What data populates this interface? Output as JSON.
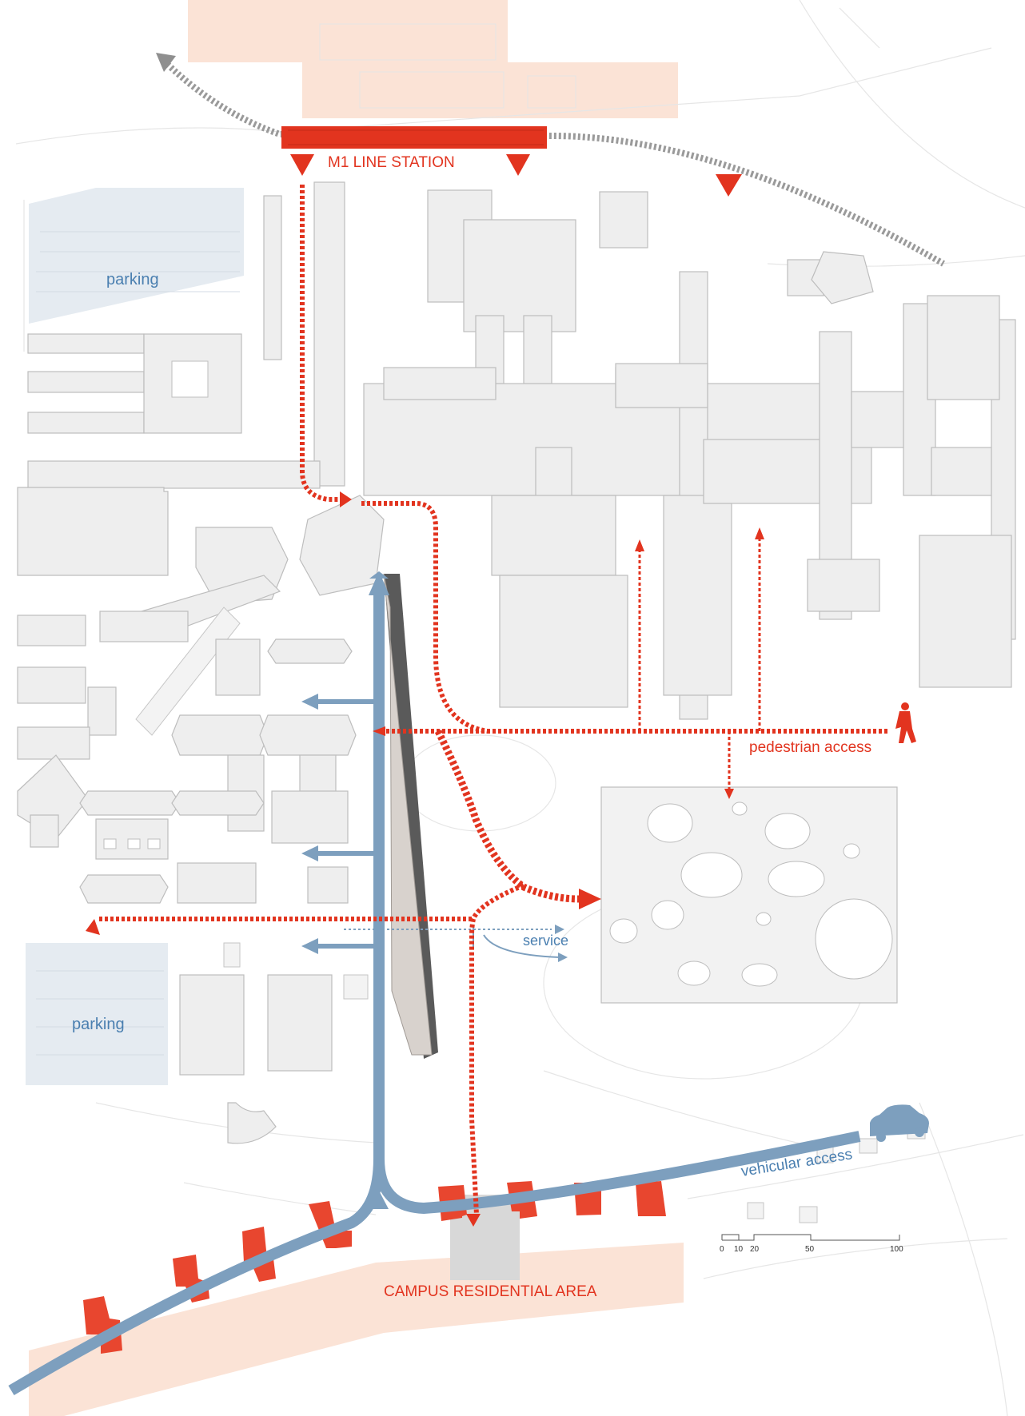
{
  "labels": {
    "station": "M1 LINE STATION",
    "parking_top": "parking",
    "parking_bottom": "parking",
    "pedestrian_access": "pedestrian access",
    "service": "service",
    "vehicular_access": "vehicular access",
    "residential_area": "CAMPUS RESIDENTIAL AREA"
  },
  "scale_bar": {
    "ticks": [
      "0",
      "10",
      "20",
      "50",
      "100"
    ]
  },
  "colors": {
    "pedestrian": "#e2341f",
    "vehicular": "#7d9fbe",
    "station": "#e2341f",
    "residential_zone": "#fbe3d6",
    "residential_buildings": "#e8462f",
    "parking": "#e5ebf1",
    "buildings": "#eeeeee",
    "rail": "#9a9a9a"
  },
  "icons": [
    "pedestrian-icon",
    "car-icon",
    "station-entry-arrow-icon"
  ]
}
